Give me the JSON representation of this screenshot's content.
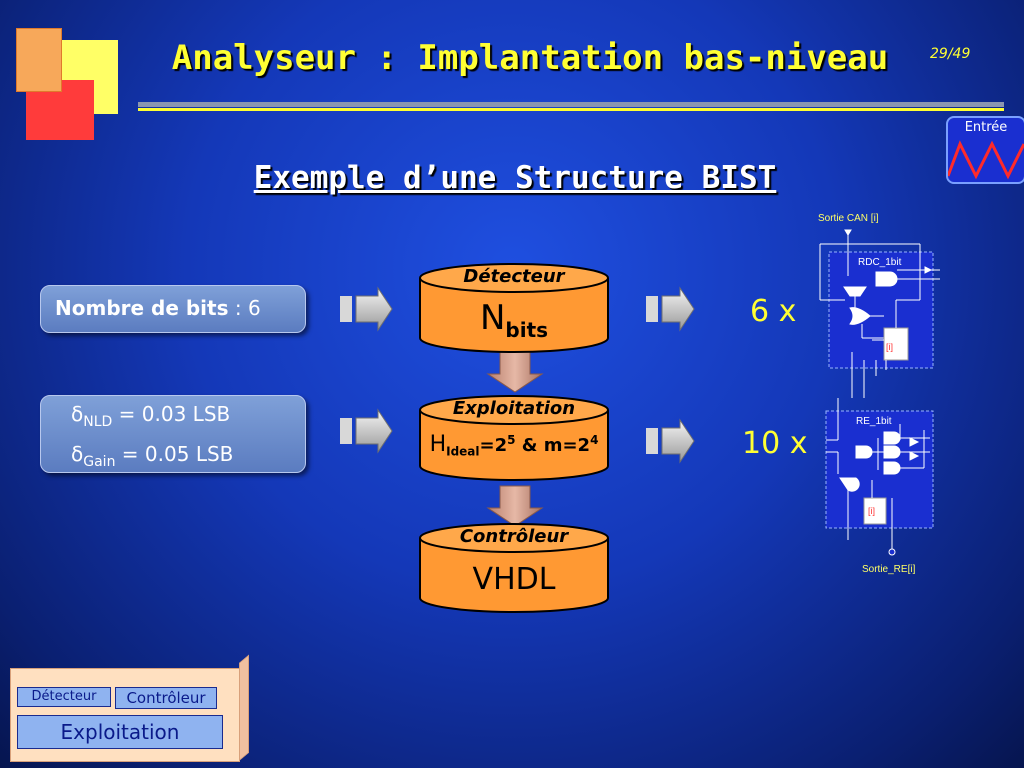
{
  "header": {
    "title": "Analyseur : Implantation bas-niveau",
    "page_number": "29/49"
  },
  "entree": {
    "label": "Entrée"
  },
  "subtitle": "Exemple d’une Structure BIST",
  "params": {
    "bits_label": "Nombre de bits",
    "bits_sep": " : ",
    "bits_value": "6",
    "delta_symbol": "δ",
    "nld_sub": "NLD",
    "nld_value": " = 0.03 LSB",
    "gain_sub": "Gain",
    "gain_value": " = 0.05 LSB"
  },
  "blocks": {
    "detecteur": {
      "title": "Détecteur",
      "main": "N",
      "sub": "bits"
    },
    "exploitation": {
      "title": "Exploitation",
      "h": "H",
      "h_sub": "Ideal",
      "formula_mid": "=2",
      "exp1": "5",
      "formula_and": " & m=2",
      "exp2": "4"
    },
    "controleur": {
      "title": "Contrôleur",
      "main": "VHDL"
    }
  },
  "multipliers": {
    "first": "6 x",
    "second": "10 x"
  },
  "schematics": {
    "sortie_can": "Sortie CAN [i]",
    "rdc": "RDC_1bit",
    "re": "RE_1bit",
    "sortie_re": "Sortie_RE[i]",
    "reg_label": "[i]"
  },
  "nav": {
    "detecteur": "Détecteur",
    "controleur": "Contrôleur",
    "exploitation": "Exploitation"
  },
  "colors": {
    "title_yellow": "#ffff33",
    "cylinder_orange": "#ff9933",
    "schematic_blue": "#1a2fd0"
  }
}
